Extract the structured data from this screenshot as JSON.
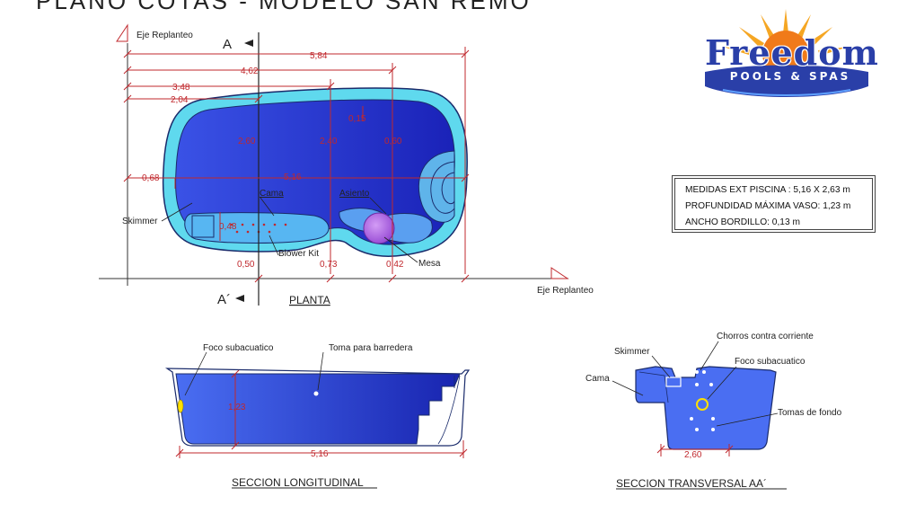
{
  "heading": "PLANO COTAS - MODELO SAN REMO",
  "logo": {
    "word": "Freedom",
    "sub": "POOLS & SPAS",
    "colors": {
      "sun": "#f5a623",
      "brand": "#2a3fa8"
    }
  },
  "specs": [
    "MEDIDAS EXT PISCINA : 5,16 X 2,63 m",
    "PROFUNDIDAD MÁXIMA VASO: 1,23 m",
    "ANCHO BORDILLO: 0,13 m"
  ],
  "plan": {
    "eje_top": "Eje Replanteo",
    "eje_right": "Eje Replanteo",
    "section_a": "A",
    "section_a2": "A´",
    "title": "PLANTA",
    "dims_top": [
      "5,84",
      "4,62",
      "3,48",
      "2,04"
    ],
    "depths": [
      "2,60",
      "2,40",
      "0,15",
      "0,60"
    ],
    "length": "5,16",
    "left": "0,68",
    "bench_width": "0,48",
    "bottom_dims": [
      "0,50",
      "0,73",
      "0,42"
    ],
    "labels": {
      "skimmer": "Skimmer",
      "cama": "Cama",
      "asiento": "Asiento",
      "blower": "Blower Kit",
      "mesa": "Mesa"
    }
  },
  "long_section": {
    "title": "SECCION LONGITUDINAL",
    "depth": "1,23",
    "length": "5,16",
    "labels": {
      "foco": "Foco subacuatico",
      "toma": "Toma para barredera"
    }
  },
  "trans_section": {
    "title": "SECCION TRANSVERSAL AA´",
    "width": "2,60",
    "labels": {
      "skimmer": "Skimmer",
      "chorros": "Chorros contra corriente",
      "foco": "Foco subacuatico",
      "cama": "Cama",
      "tomas": "Tomas de fondo"
    }
  },
  "colors": {
    "water": "#2a3fd0",
    "rim": "#5fd9ee",
    "dim": "#c0282d",
    "mesa": "#b067e6"
  }
}
